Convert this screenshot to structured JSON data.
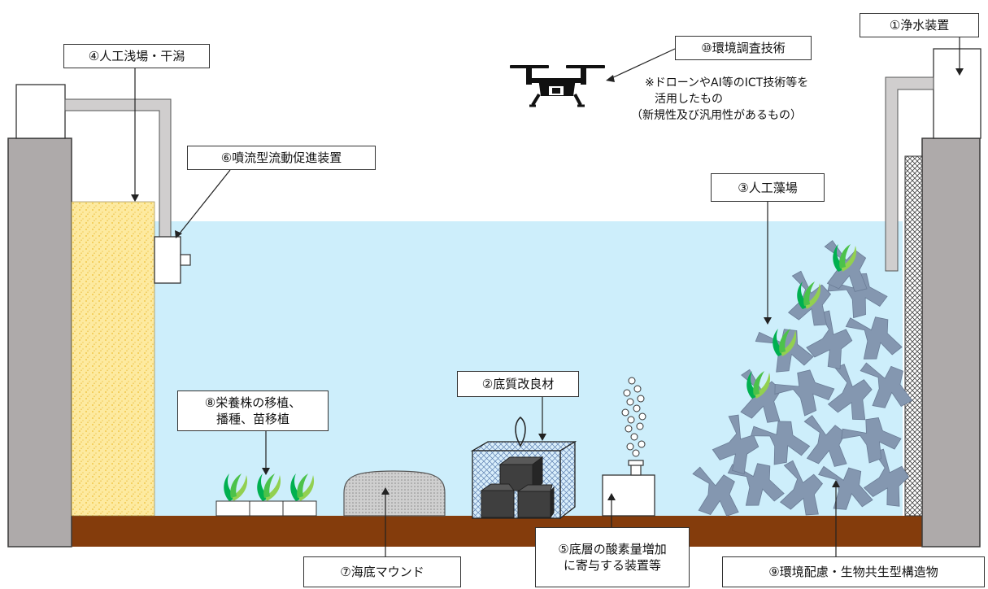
{
  "labels": {
    "water_purifier": "①浄水装置",
    "sediment_improvement": "②底質改良材",
    "artificial_seaweed_bed": "③人工藻場",
    "artificial_shallows": "④人工浅場・干潟",
    "oxygen_device_line1": "⑤底層の酸素量増加",
    "oxygen_device_line2": "に寄与する装置等",
    "jet_flow_device": "⑥噴流型流動促進装置",
    "seabed_mound": "⑦海底マウンド",
    "transplant_line1": "⑧栄養株の移植、",
    "transplant_line2": "播種、苗移植",
    "eco_structure": "⑨環境配慮・生物共生型構造物",
    "env_survey": "⑩環境調査技術"
  },
  "note": {
    "line1": "※ドローンやAI等のICT技術等を",
    "line2": "活用したもの",
    "line3": "（新規性及び汎用性があるもの）"
  },
  "colors": {
    "water": "#cdeefb",
    "seabed": "#843c0c",
    "wall": "#aeaaaa",
    "sand": "#fdeaa0",
    "block": "#8497b0",
    "seaweed_dark": "#00b050",
    "seaweed_light": "#92d050",
    "stone": "#595959"
  }
}
